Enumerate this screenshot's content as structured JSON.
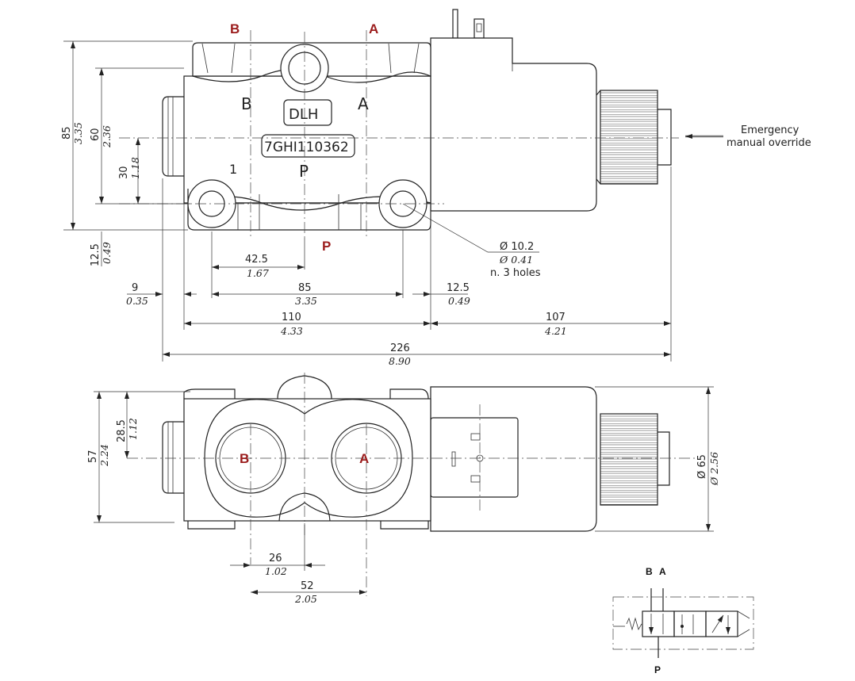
{
  "top_view": {
    "port_labels": {
      "b": "B",
      "a": "A",
      "p": "P"
    },
    "markings": {
      "b": "B",
      "a": "A",
      "brand": "DLH",
      "code": "7GHI110362",
      "one": "1",
      "p": "P"
    },
    "emergency_note": {
      "line1": "Emergency",
      "line2": "manual override"
    },
    "hole_note": {
      "dia_mm": "Ø 10.2",
      "dia_in": "Ø 0.41",
      "count": "n. 3 holes"
    },
    "dims_vertical": [
      {
        "mm": "85",
        "in": "3.35"
      },
      {
        "mm": "60",
        "in": "2.36"
      },
      {
        "mm": "30",
        "in": "1.18"
      },
      {
        "mm": "12.5",
        "in": "0.49"
      }
    ],
    "dims_horizontal": {
      "d42": {
        "mm": "42.5",
        "in": "1.67"
      },
      "d9": {
        "mm": "9",
        "in": "0.35"
      },
      "d85": {
        "mm": "85",
        "in": "3.35"
      },
      "d12": {
        "mm": "12.5",
        "in": "0.49"
      },
      "d110": {
        "mm": "110",
        "in": "4.33"
      },
      "d107": {
        "mm": "107",
        "in": "4.21"
      },
      "d226": {
        "mm": "226",
        "in": "8.90"
      }
    }
  },
  "front_view": {
    "port_labels": {
      "b": "B",
      "a": "A"
    },
    "dims": {
      "d57": {
        "mm": "57",
        "in": "2.24"
      },
      "d28": {
        "mm": "28.5",
        "in": "1.12"
      },
      "d65": {
        "mm": "Ø 65",
        "in": "Ø 2.56"
      },
      "d26": {
        "mm": "26",
        "in": "1.02"
      },
      "d52": {
        "mm": "52",
        "in": "2.05"
      }
    }
  },
  "symbol": {
    "top_b": "B",
    "top_a": "A",
    "bottom_p": "P"
  },
  "colors": {
    "port_label": "#9b1c1c",
    "line": "#222222"
  }
}
